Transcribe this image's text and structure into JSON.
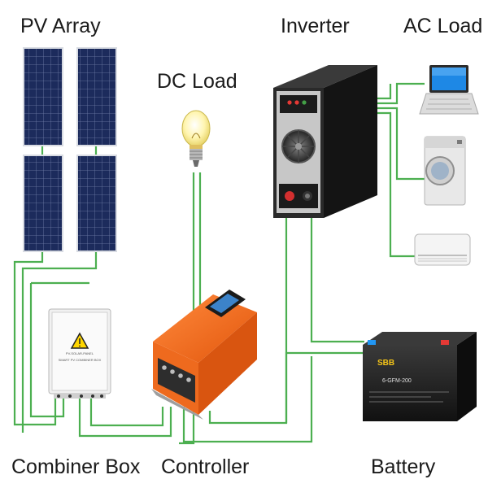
{
  "labels": {
    "pv_array": "PV Array",
    "inverter": "Inverter",
    "ac_load": "AC Load",
    "dc_load": "DC Load",
    "combiner_box": "Combiner Box",
    "controller": "Controller",
    "battery": "Battery"
  },
  "device_text": {
    "combiner_warning": "PV-SOLAR-PANEL",
    "combiner_name": "SMART PV COMBINER BOX",
    "battery_brand": "SBB",
    "battery_model": "6-GFM-200"
  },
  "colors": {
    "wire": "#4caf50",
    "controller_orange": "#f26a1b",
    "inverter_body": "#222222",
    "panel_cell": "#1c2b5c"
  }
}
